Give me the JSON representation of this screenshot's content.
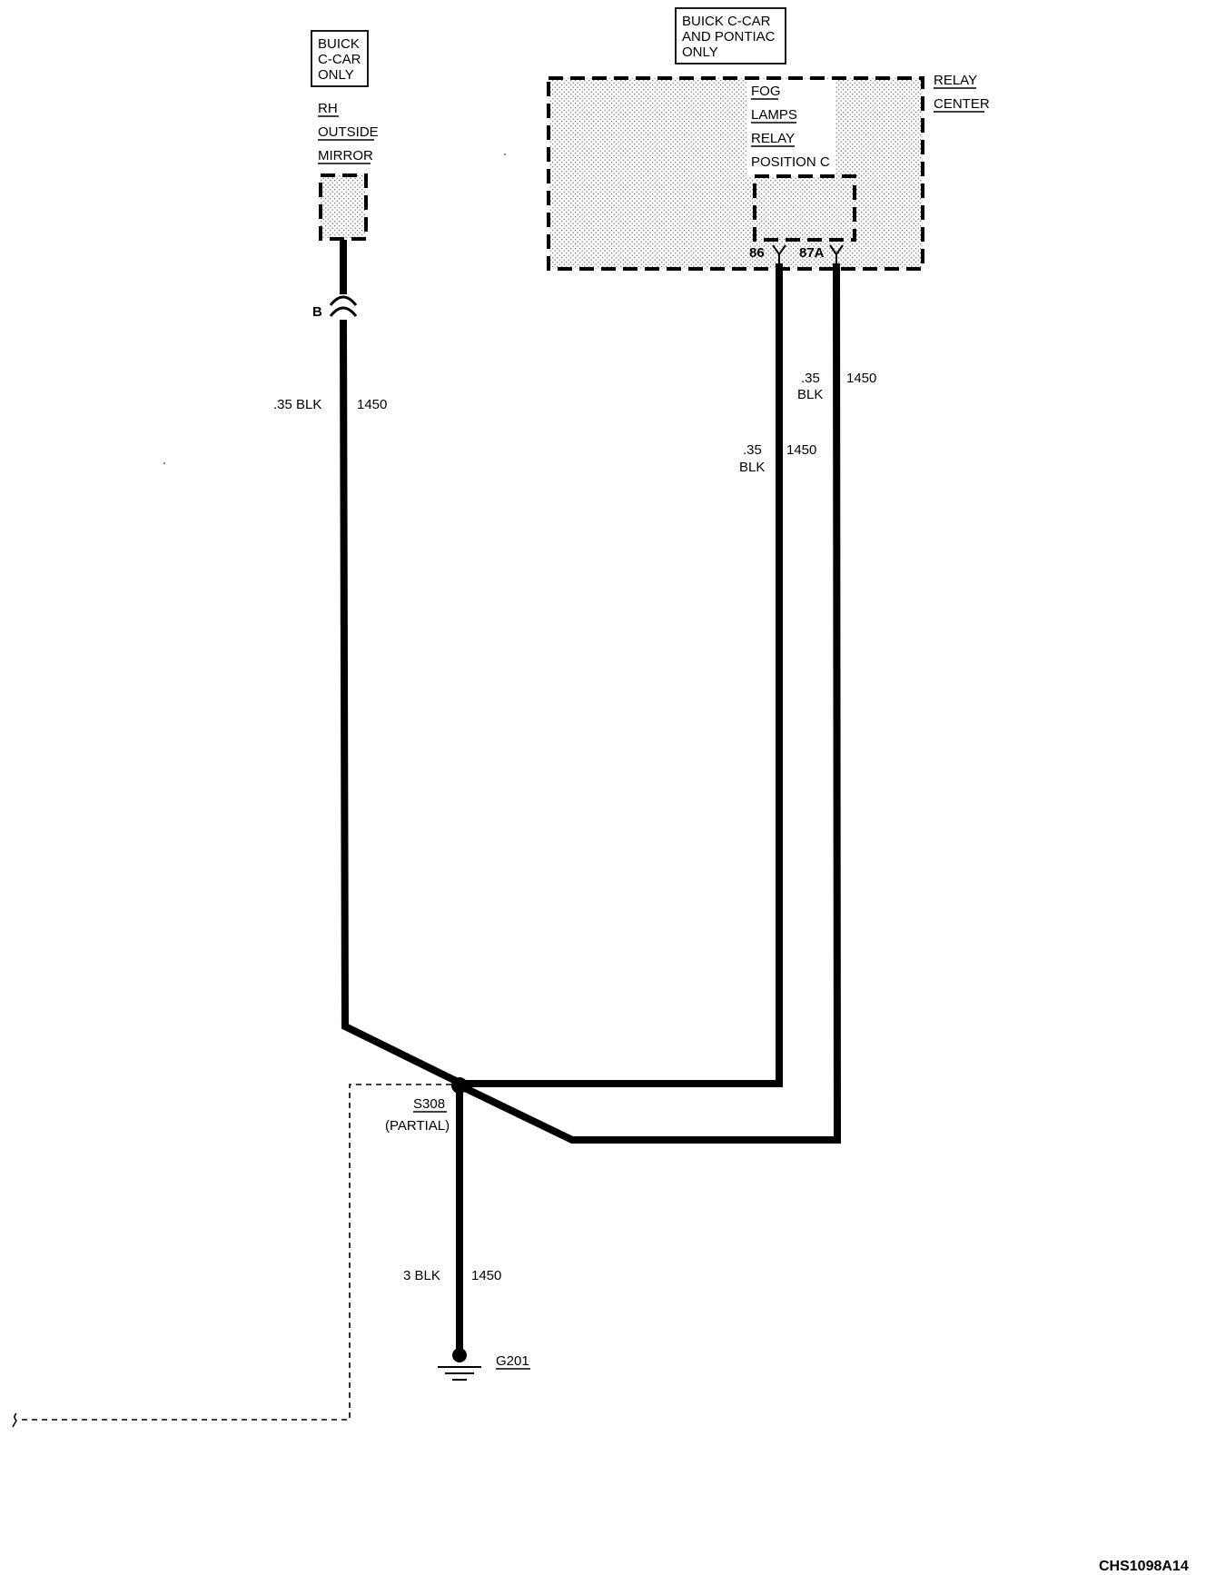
{
  "mirror": {
    "condition": [
      "BUICK",
      "C-CAR",
      "ONLY"
    ],
    "name": [
      "RH",
      "OUTSIDE",
      "MIRROR"
    ],
    "connector": "B",
    "wire_size": ".35 BLK",
    "circuit": "1450"
  },
  "relay": {
    "condition": [
      "BUICK C-CAR",
      "AND PONTIAC",
      "ONLY"
    ],
    "name": [
      "FOG",
      "LAMPS",
      "RELAY",
      "POSITION C"
    ],
    "center_label": [
      "RELAY",
      "CENTER"
    ],
    "pin_86": "86",
    "pin_87a": "87A",
    "wire86_size": [
      ".35",
      "BLK"
    ],
    "wire86_circuit": "1450",
    "wire87a_size": [
      ".35",
      "BLK"
    ],
    "wire87a_circuit": "1450"
  },
  "splice": {
    "name": "S308",
    "note": "(PARTIAL)"
  },
  "ground_wire": {
    "size": "3 BLK",
    "circuit": "1450"
  },
  "ground": {
    "name": "G201"
  },
  "figure_id": "CHS1098A14"
}
